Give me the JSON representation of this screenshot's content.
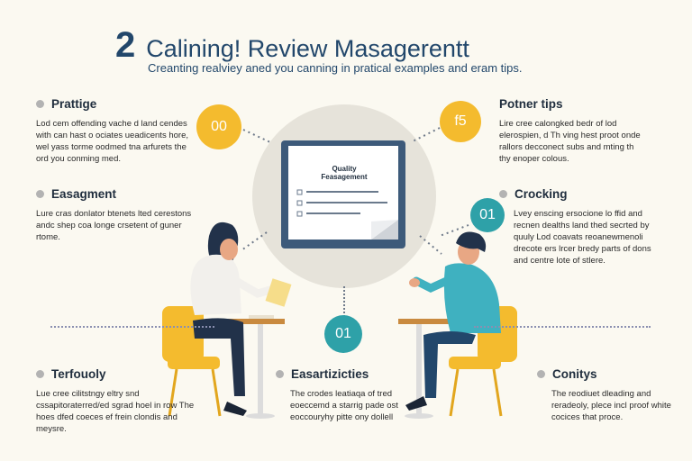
{
  "header": {
    "number": "2",
    "title": "Calining! Review Masagerentt",
    "subtitle": "Creanting realviey aned you canning in pratical examples and eram tips."
  },
  "sections": {
    "top_left": {
      "heading": "Prattige",
      "body": "Lod cem offending vache d land cendes with can hast o ociates ueadicents hore, wel yass torme oodmed tna arfurets the ord you conming med."
    },
    "mid_left": {
      "heading": "Easagment",
      "body": "Lure cras donlator btenets lted cerestons andc shep coa longe crsetent of guner rtome."
    },
    "bottom_left": {
      "heading": "Terfouoly",
      "body": "Lue cree cilitstngy eltry snd cssapitoraterred/ed sgrad hoel in row The hoes dfed coeces ef frein clondis and meysre."
    },
    "top_right": {
      "heading": "Potner tips",
      "body": "Lire cree calongked bedr of lod elerospien, d Th ving hest proot onde rallors decconect subs and mting th thy enoper colous."
    },
    "mid_right": {
      "heading": "Crocking",
      "body": "Lvey enscing ersocione lo ffid and recnen dealths land thed secrted by quuly Lod coavats reoanewmenoli drecote ers lrcer bredy parts of dons and centre lote of stlere."
    },
    "bottom_center": {
      "heading": "Easartizicties",
      "body": "The crodes leatiaqa of tred eoeccemd a starrig pade ost eoccouryhy pitte ony dollell"
    },
    "bottom_right": {
      "heading": "Conitys",
      "body": "The reodiuet dleading and reradeoly, plece incl proof white cocices that proce."
    }
  },
  "badges": {
    "top_left": "00",
    "top_right": "f5",
    "mid_right": "01",
    "center": "01"
  },
  "document": {
    "title_line1": "Quality",
    "title_line2": "Feasagement"
  },
  "colors": {
    "yellow": "#f4bb2e",
    "teal": "#2ea1a8",
    "navy": "#22476b",
    "background": "#fbf9f1"
  }
}
